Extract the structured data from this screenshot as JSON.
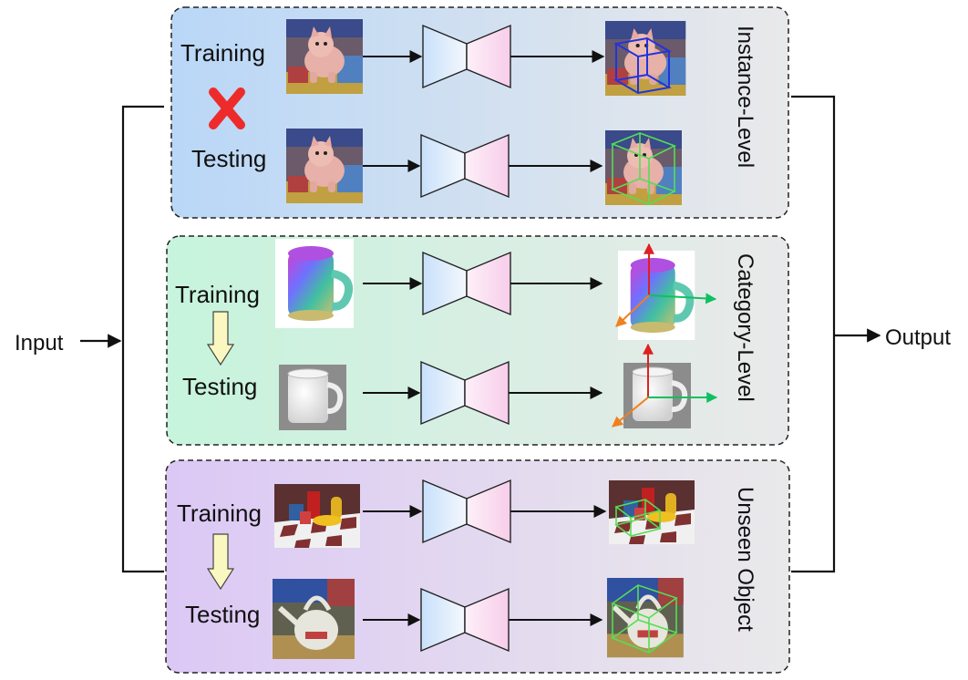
{
  "input_label": "Input",
  "output_label": "Output",
  "panels": [
    {
      "title": "Instance-Level",
      "training_label": "Training",
      "testing_label": "Testing",
      "transfer": "cross",
      "training_image": "toy-cat-in-clutter",
      "testing_image": "toy-cat-in-clutter",
      "training_output": "toy-cat-with-blue-3d-box",
      "testing_output": "toy-cat-with-green-3d-box"
    },
    {
      "title": "Category-Level",
      "training_label": "Training",
      "testing_label": "Testing",
      "transfer": "arrow",
      "training_image": "mug-point-cloud",
      "testing_image": "white-mug",
      "training_output": "mug-point-cloud-with-axes",
      "testing_output": "white-mug-with-axes"
    },
    {
      "title": "Unseen Object",
      "training_label": "Training",
      "testing_label": "Testing",
      "transfer": "arrow",
      "training_image": "objects-on-checkerboard",
      "testing_image": "watering-can",
      "training_output": "objects-with-green-3d-box",
      "testing_output": "watering-can-with-green-3d-box"
    }
  ],
  "colors": {
    "instance_bg_start": "#b9d7f7",
    "instance_bg_end": "#e9e9ea",
    "category_bg_start": "#c6f4dc",
    "category_bg_end": "#e9e9ea",
    "unseen_bg_start": "#dcc8f5",
    "unseen_bg_end": "#e9e9ea",
    "encoder_fill": "#d2e6fb",
    "decoder_fill": "#fad6ee",
    "cross_red": "#ee2b2b",
    "transfer_arrow_fill": "#fbf7c0",
    "box_blue": "#2233dd",
    "box_green": "#55dd55",
    "axis_red": "#e02020",
    "axis_green": "#10c060",
    "axis_orange": "#f08020"
  }
}
